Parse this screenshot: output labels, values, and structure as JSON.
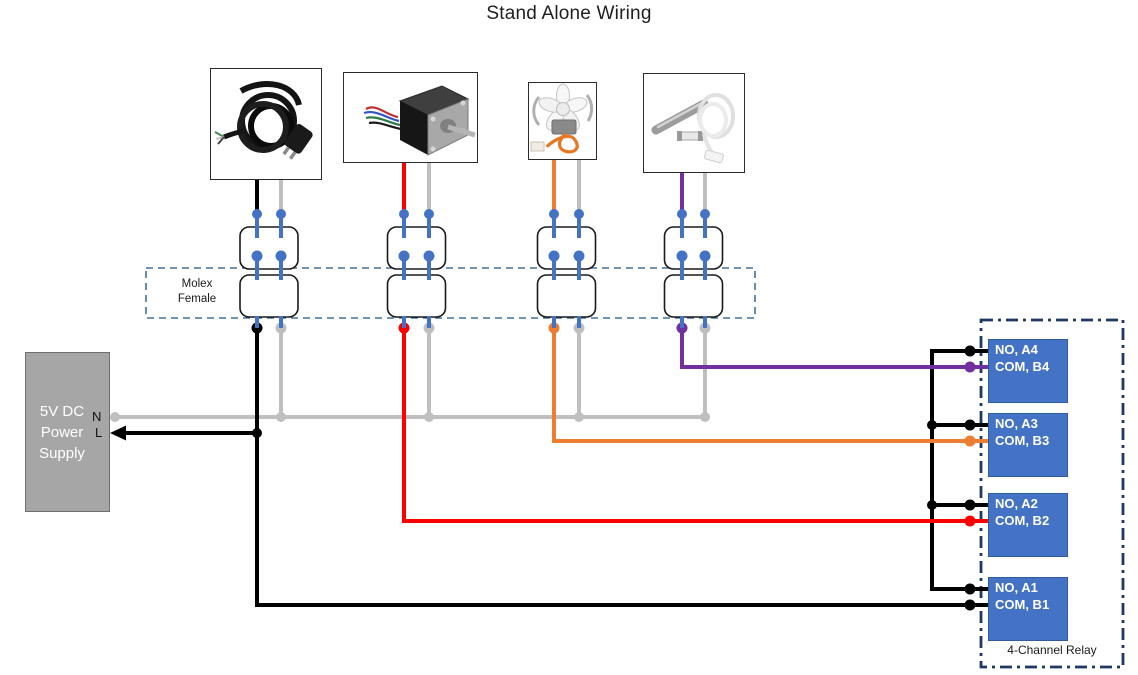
{
  "title": "Stand Alone Wiring",
  "molex": {
    "line1": "Molex",
    "line2": "Female"
  },
  "psu": {
    "line1": "5V DC",
    "line2": "Power",
    "line3": "Supply",
    "terminal_n": "N",
    "terminal_l": "L"
  },
  "relay": {
    "label": "4-Channel Relay",
    "channels": [
      {
        "no": "NO, A4",
        "com": "COM, B4"
      },
      {
        "no": "NO, A3",
        "com": "COM, B3"
      },
      {
        "no": "NO, A2",
        "com": "COM, B2"
      },
      {
        "no": "NO, A1",
        "com": "COM, B1"
      }
    ]
  },
  "components": [
    {
      "icon": "power-cord-photo"
    },
    {
      "icon": "stepper-motor-photo"
    },
    {
      "icon": "fan-photo"
    },
    {
      "icon": "cartridge-heater-photo"
    }
  ],
  "colors": {
    "pin_blue": "#4472C4",
    "relay_fill": "#4472C4",
    "relay_border": "#2E5D9E",
    "relay_box_dash": "#1F3864",
    "molex_dash": "#41719C",
    "wire_black": "#000000",
    "wire_gray": "#BFBFBF",
    "wire_red": "#FF0000",
    "wire_orange": "#ED7D31",
    "wire_purple": "#7030A0",
    "psu_fill": "#A6A6A6",
    "psu_border": "#6E6E6E"
  }
}
